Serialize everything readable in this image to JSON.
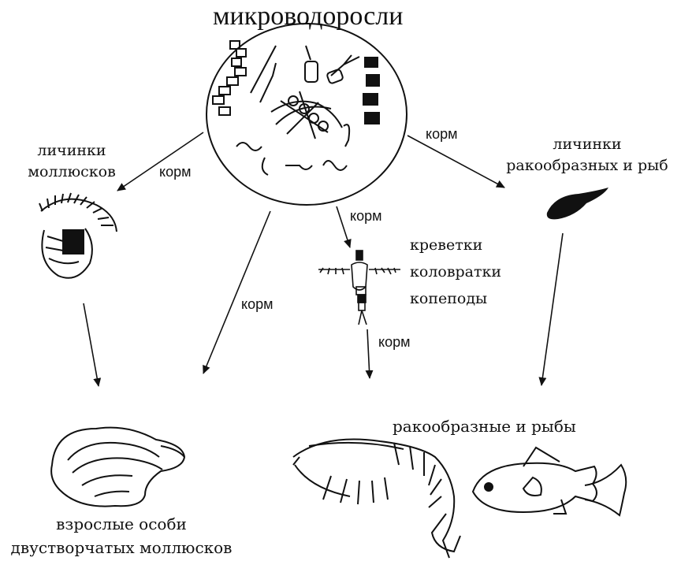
{
  "diagram": {
    "title": "микроводоросли",
    "nodes": {
      "mollusc_larvae": {
        "line1": "личинки",
        "line2": "моллюсков"
      },
      "crust_fish_larvae": {
        "line1": "личинки",
        "line2": "ракообразных и рыб"
      },
      "zooplankton": {
        "line1": "креветки",
        "line2": "коловратки",
        "line3": "копеподы"
      },
      "adult_bivalves": {
        "line1": "взрослые особи",
        "line2": "двустворчатых моллюсков"
      },
      "crust_and_fish": {
        "line1": "ракообразные и рыбы"
      }
    },
    "edge_label": "корм",
    "edges": [
      {
        "from": "microalgae",
        "to": "mollusc_larvae",
        "label": "корм"
      },
      {
        "from": "microalgae",
        "to": "adult_bivalves",
        "label": "корм"
      },
      {
        "from": "microalgae",
        "to": "zooplankton",
        "label": "корм"
      },
      {
        "from": "microalgae",
        "to": "crust_fish_larvae",
        "label": "корм"
      },
      {
        "from": "zooplankton",
        "to": "crust_and_fish",
        "label": "корм"
      },
      {
        "from": "mollusc_larvae",
        "to": "adult_bivalves",
        "label": ""
      },
      {
        "from": "crust_fish_larvae",
        "to": "crust_and_fish",
        "label": ""
      }
    ],
    "colors": {
      "ink": "#111111",
      "background": "#ffffff"
    },
    "icons": [
      "microalgae-circle-icon",
      "mollusc-larva-icon",
      "fish-larva-icon",
      "zooplankton-icon",
      "oyster-icon",
      "shrimp-icon",
      "fish-icon"
    ]
  }
}
